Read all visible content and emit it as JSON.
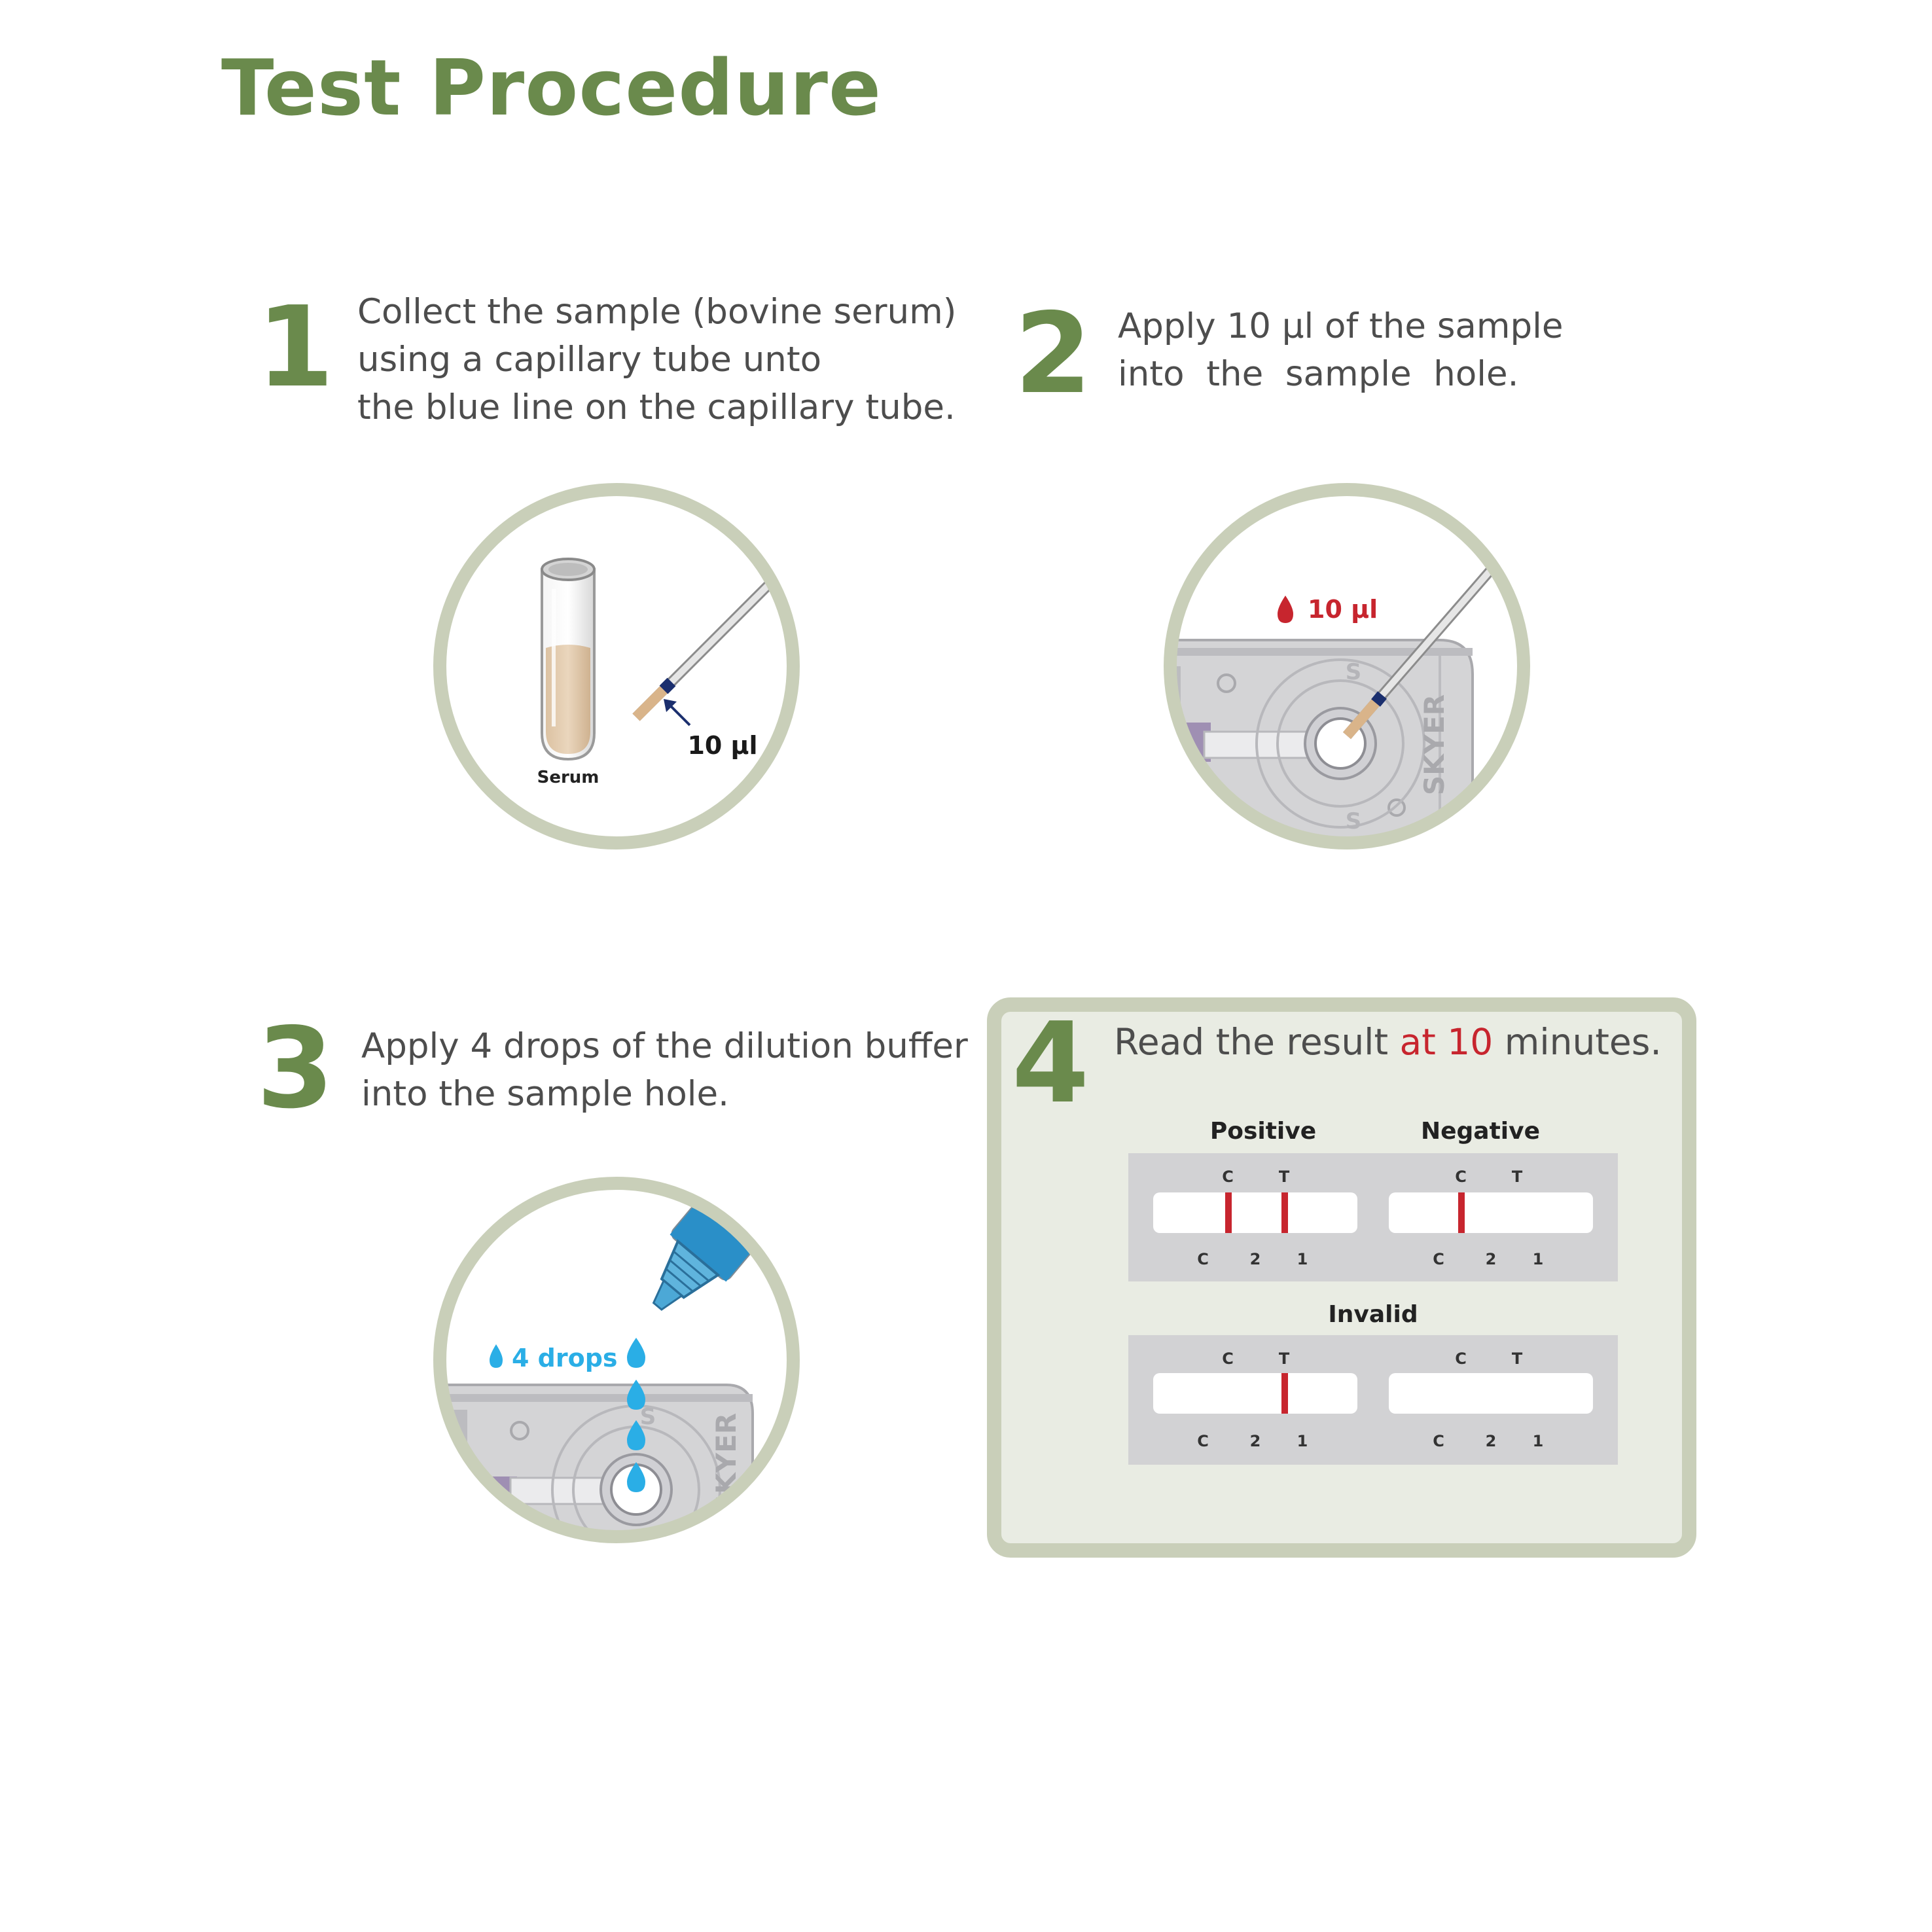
{
  "title": "Test Procedure",
  "steps": [
    {
      "number": "1",
      "lines": [
        "Collect the sample (bovine serum)",
        "using a capillary tube unto",
        "the blue line on the capillary tube."
      ]
    },
    {
      "number": "2",
      "lines": [
        "Apply 10 µl of the sample",
        "into  the  sample  hole."
      ]
    },
    {
      "number": "3",
      "lines": [
        "Apply 4 drops of the dilution buffer",
        "into the sample hole."
      ]
    },
    {
      "number": "4",
      "text_before": "Read the result ",
      "text_accent": "at 10",
      "text_after": " minutes."
    }
  ],
  "illustrations": {
    "serum_label": "Serum",
    "capillary_volume": "10 µl",
    "apply_volume": "10 µl",
    "device_brand": "SKYER",
    "device_marker": "S",
    "drops_label": "4 drops"
  },
  "results": {
    "positive_label": "Positive",
    "negative_label": "Negative",
    "invalid_label": "Invalid",
    "top_marks": [
      "C",
      "T"
    ],
    "bottom_marks": [
      "C",
      "2",
      "1"
    ]
  },
  "colors": {
    "title_green": "#6a8a4c",
    "frame_gray_green": "#c9cfb9",
    "result_red": "#c7252e",
    "drop_blue": "#2aaee6"
  }
}
